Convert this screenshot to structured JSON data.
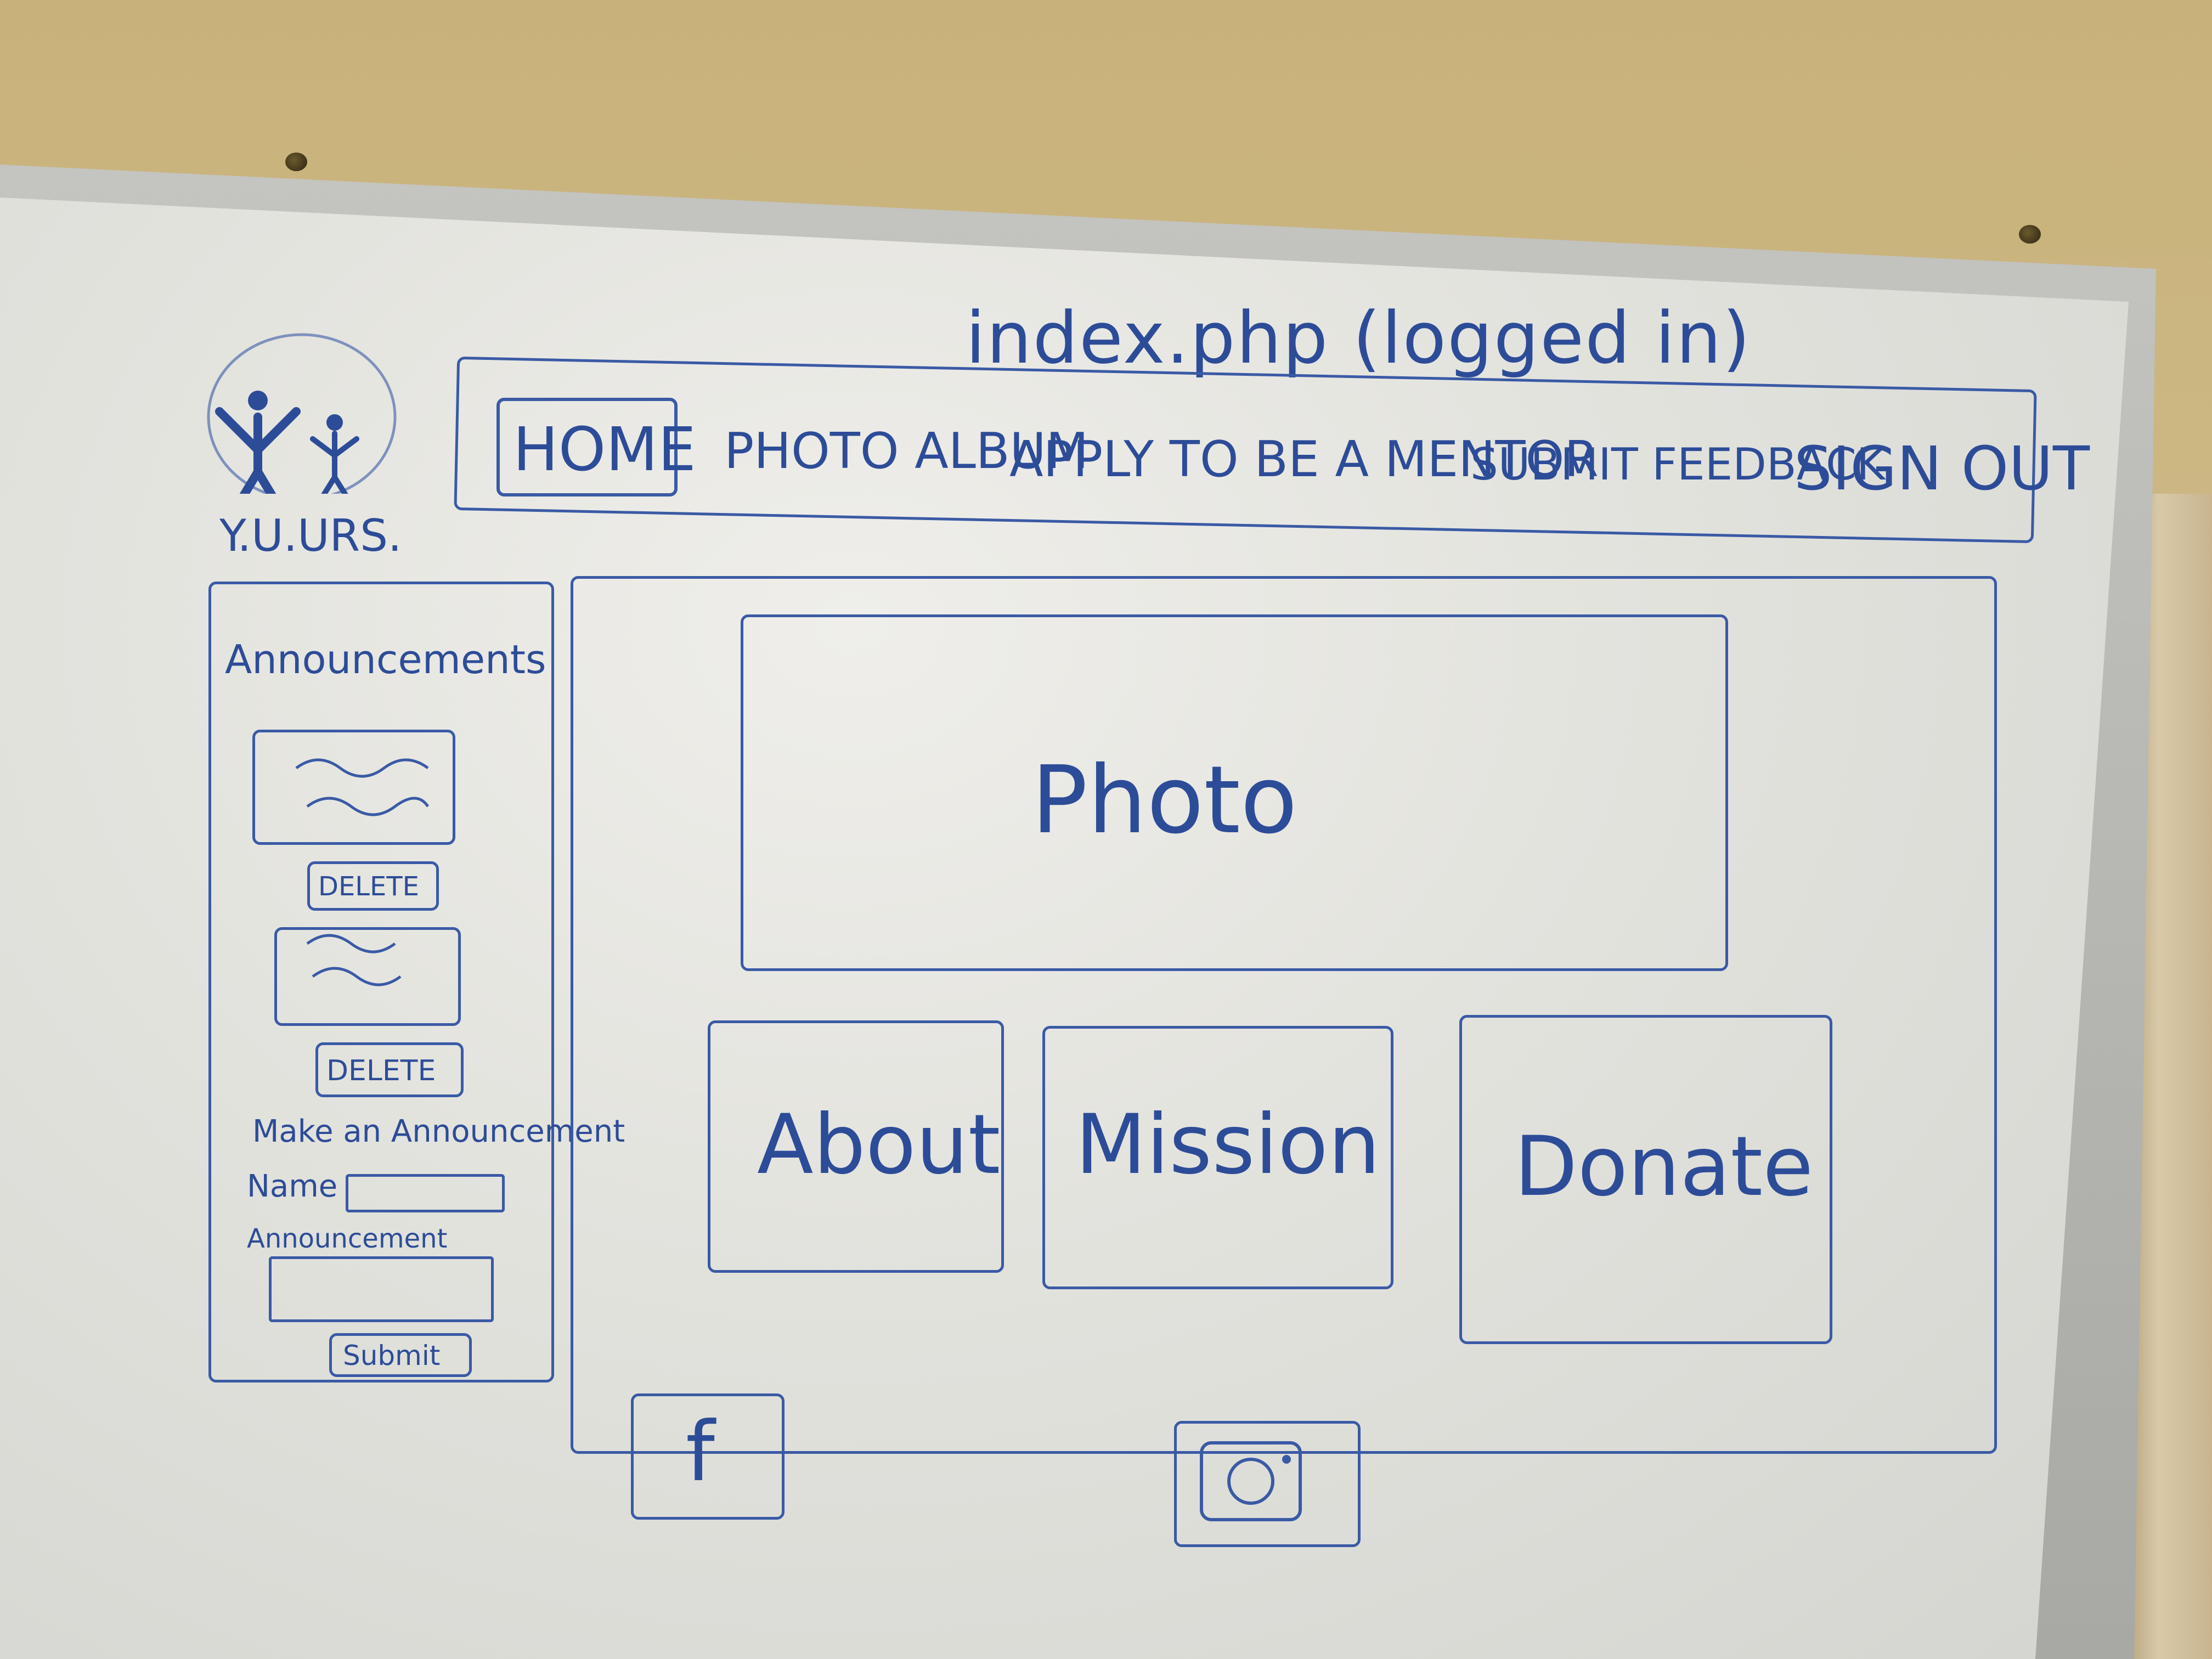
{
  "page_title": "index.php (logged in)",
  "logo": {
    "text": "Y.U.URS."
  },
  "nav": {
    "items": [
      {
        "label": "HOME"
      },
      {
        "label": "PHOTO ALBUM"
      },
      {
        "label": "APPLY TO BE A MENTOR"
      },
      {
        "label": "SUBMIT FEEDBACK"
      },
      {
        "label": "SIGN OUT"
      }
    ]
  },
  "sidebar": {
    "title": "Announcements",
    "delete_label_1": "DELETE",
    "delete_label_2": "DELETE",
    "form_title": "Make an Announcement",
    "name_label": "Name",
    "announcement_label": "Announcement",
    "submit_label": "Submit"
  },
  "main": {
    "photo_label": "Photo",
    "cards": [
      {
        "label": "About"
      },
      {
        "label": "Mission"
      },
      {
        "label": "Donate"
      }
    ]
  },
  "footer": {
    "facebook_icon": "f"
  },
  "colors": {
    "marker": "#2f4f9a",
    "board": "#e6e6e1",
    "wall": "#c9b27a"
  }
}
